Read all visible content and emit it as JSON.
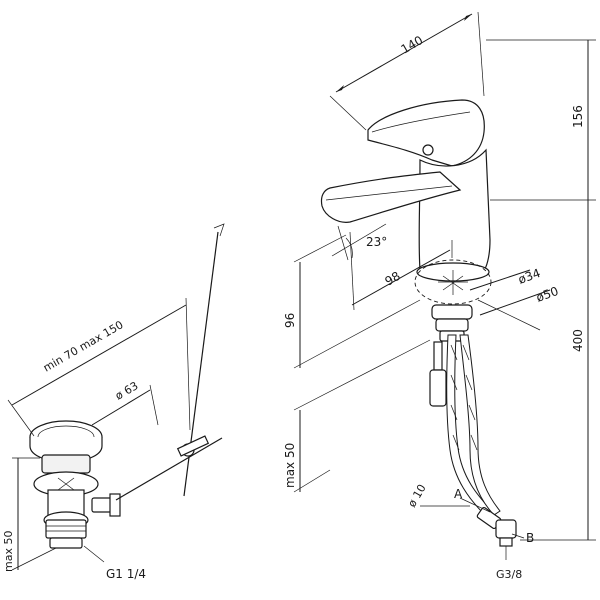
{
  "dimensions": {
    "faucet_length": "140",
    "faucet_height": "156",
    "total_height": "400",
    "spout_reach": "98",
    "spout_height": "96",
    "angle": "23°",
    "hole_small": "ø34",
    "hole_large": "ø50",
    "deck_thickness": "max 50",
    "drain_rod_range": "min 70  max 150",
    "drain_diameter": "ø 63",
    "drain_depth": "max 50",
    "drain_thread": "G1 1/4",
    "hose_diameter": "ø 10",
    "label_a": "A",
    "label_b": "B",
    "hose_thread": "G3/8"
  },
  "colors": {
    "ink": "#1a1a1a",
    "background": "#ffffff"
  }
}
